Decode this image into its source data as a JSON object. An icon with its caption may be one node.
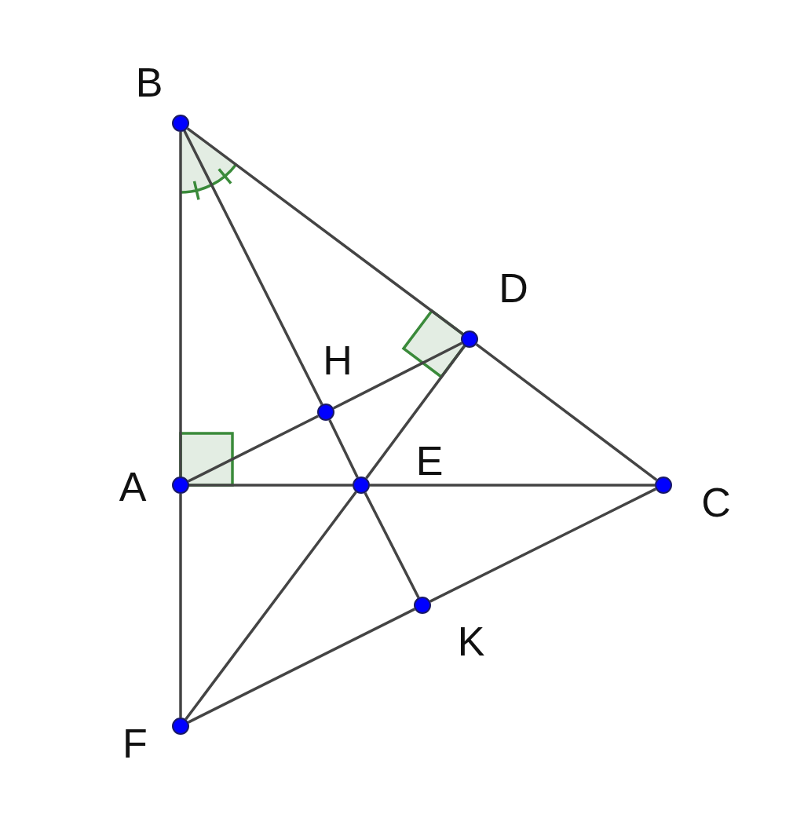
{
  "diagram": {
    "nodes": [
      {
        "text": [
          "B"
        ]
      },
      {
        "text": [
          "D"
        ]
      },
      {
        "text": [
          "H"
        ]
      },
      {
        "text": [
          "A"
        ]
      },
      {
        "text": [
          "E"
        ]
      },
      {
        "text": [
          "C"
        ]
      },
      {
        "text": [
          "K"
        ]
      },
      {
        "text": [
          "F"
        ]
      }
    ],
    "edges": [
      {
        "from": 0,
        "to": 3,
        "arrow": "none"
      },
      {
        "from": 3,
        "to": 7,
        "arrow": "none"
      },
      {
        "from": 0,
        "to": 1,
        "arrow": "none"
      },
      {
        "from": 1,
        "to": 5,
        "arrow": "none"
      },
      {
        "from": 0,
        "to": 2,
        "arrow": "none"
      },
      {
        "from": 2,
        "to": 4,
        "arrow": "none"
      },
      {
        "from": 4,
        "to": 6,
        "arrow": "none"
      },
      {
        "from": 3,
        "to": 2,
        "arrow": "none"
      },
      {
        "from": 2,
        "to": 1,
        "arrow": "none"
      },
      {
        "from": 3,
        "to": 4,
        "arrow": "none"
      },
      {
        "from": 4,
        "to": 5,
        "arrow": "none"
      },
      {
        "from": 1,
        "to": 4,
        "arrow": "none"
      },
      {
        "from": 4,
        "to": 7,
        "arrow": "none"
      },
      {
        "from": 7,
        "to": 6,
        "arrow": "none"
      },
      {
        "from": 6,
        "to": 5,
        "arrow": "none"
      }
    ]
  }
}
